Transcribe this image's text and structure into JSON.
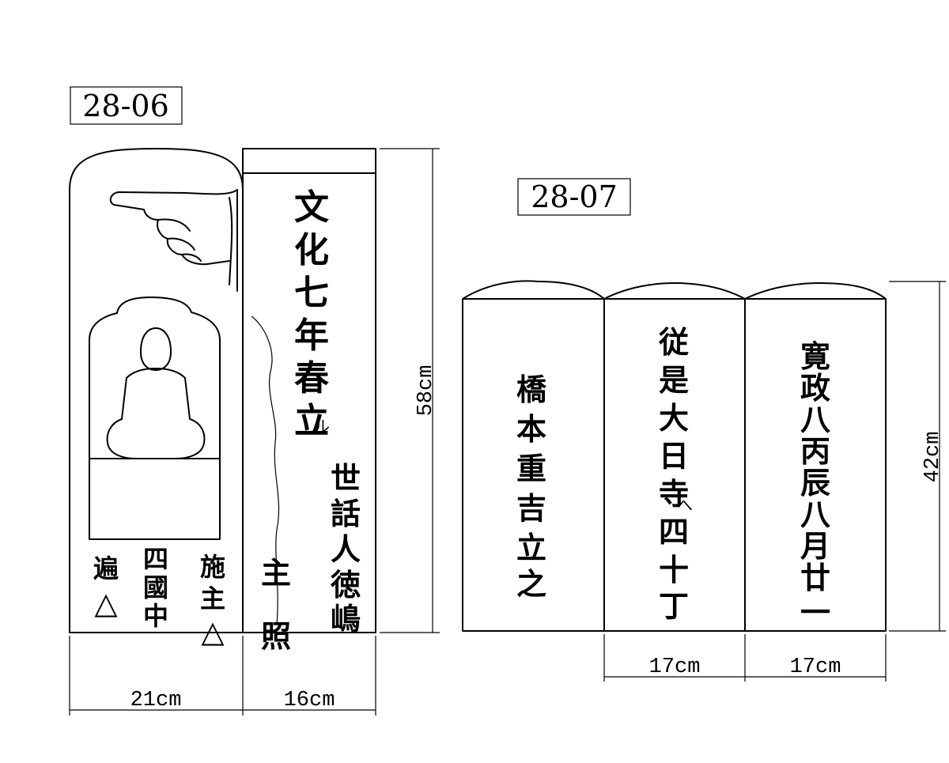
{
  "stones": [
    {
      "id": "28-06",
      "front_inscription": {
        "main": [
          "文",
          "化",
          "七",
          "年",
          "春",
          "立"
        ],
        "main_suffix": "ル",
        "patron": [
          "世",
          "話",
          "人",
          "徳",
          "嶋"
        ],
        "sponsor": [
          "主",
          "照"
        ]
      },
      "side_inscription": {
        "left": [
          "遍",
          "△"
        ],
        "center": [
          "四",
          "國",
          "中"
        ],
        "right": [
          "施",
          "主",
          "△"
        ]
      },
      "dimensions": {
        "height": "58cm",
        "width_side": "21cm",
        "width_front": "16cm"
      }
    },
    {
      "id": "28-07",
      "faces": [
        {
          "chars": [
            "橋",
            "本",
            "重",
            "吉",
            "立",
            "之"
          ]
        },
        {
          "chars": [
            "従",
            "是",
            "大",
            "日",
            "寺",
            "へ",
            "四",
            "十",
            "丁"
          ]
        },
        {
          "chars": [
            "寛",
            "政",
            "八",
            "丙",
            "辰",
            "八",
            "月",
            "廿",
            "一"
          ]
        }
      ],
      "dimensions": {
        "height": "42cm",
        "width_mid": "17cm",
        "width_right": "17cm"
      }
    }
  ]
}
